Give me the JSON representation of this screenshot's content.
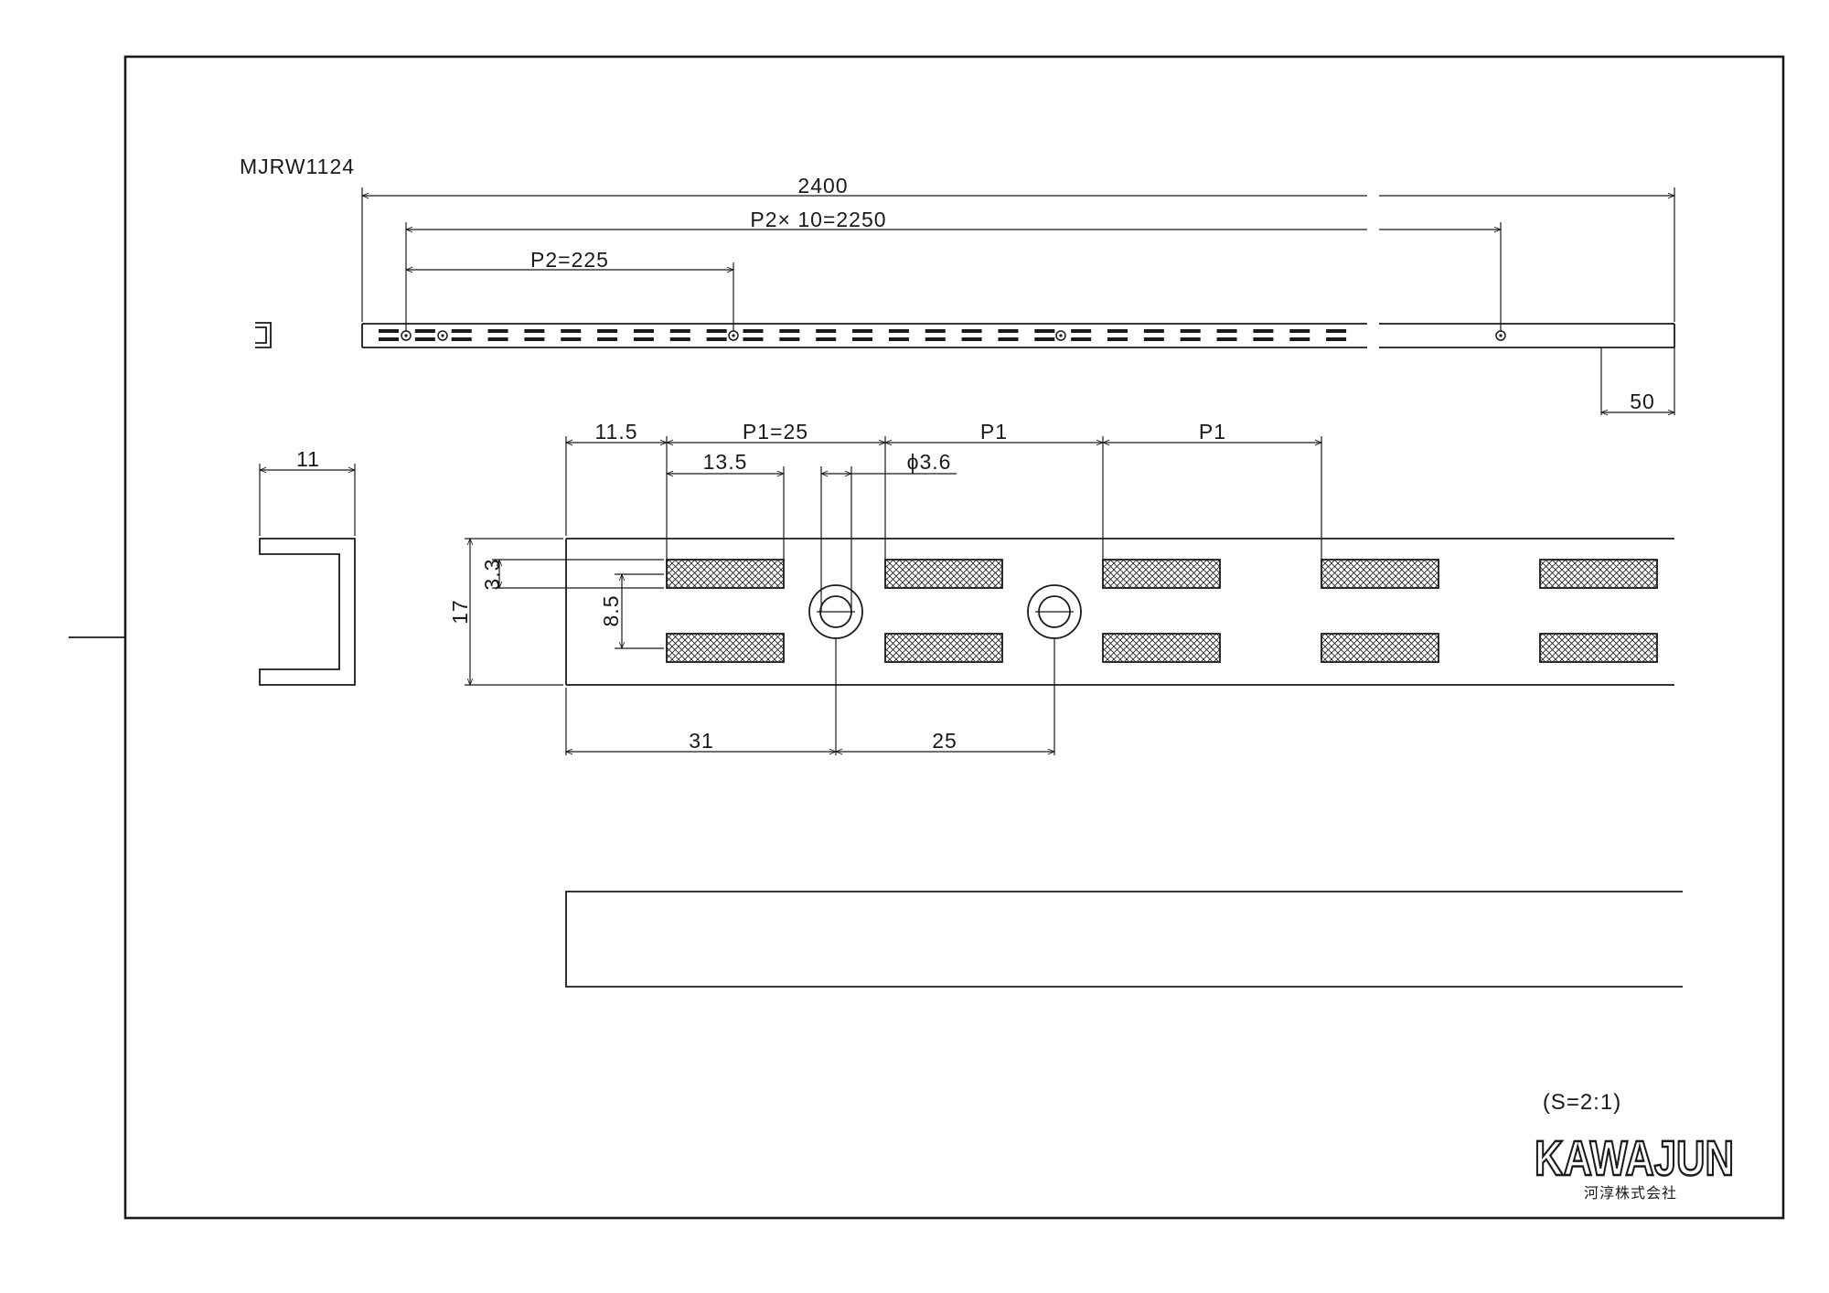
{
  "drawing": {
    "part_number": "MJRW1124",
    "scale": "(S=2:1)",
    "brand": {
      "logo_text": "KAWAJUN",
      "company_name": "河淳株式会社"
    },
    "overview_dims": {
      "total_length": "2400",
      "pitch_total": "P2× 10=2250",
      "pitch_p2": "P2=225",
      "end_margin": "50"
    },
    "section_dims": {
      "width": "11"
    },
    "detail_dims": {
      "first_offset": "11.5",
      "p1_pitch": "P1=25",
      "p1_second": "P1",
      "p1_third": "P1",
      "slot_length": "13.5",
      "hole_diameter": "ϕ3.6",
      "height": "17",
      "slot_height": "3.3",
      "slot_spacing": "8.5",
      "hole_offset": "31",
      "hole_pitch": "25"
    }
  }
}
